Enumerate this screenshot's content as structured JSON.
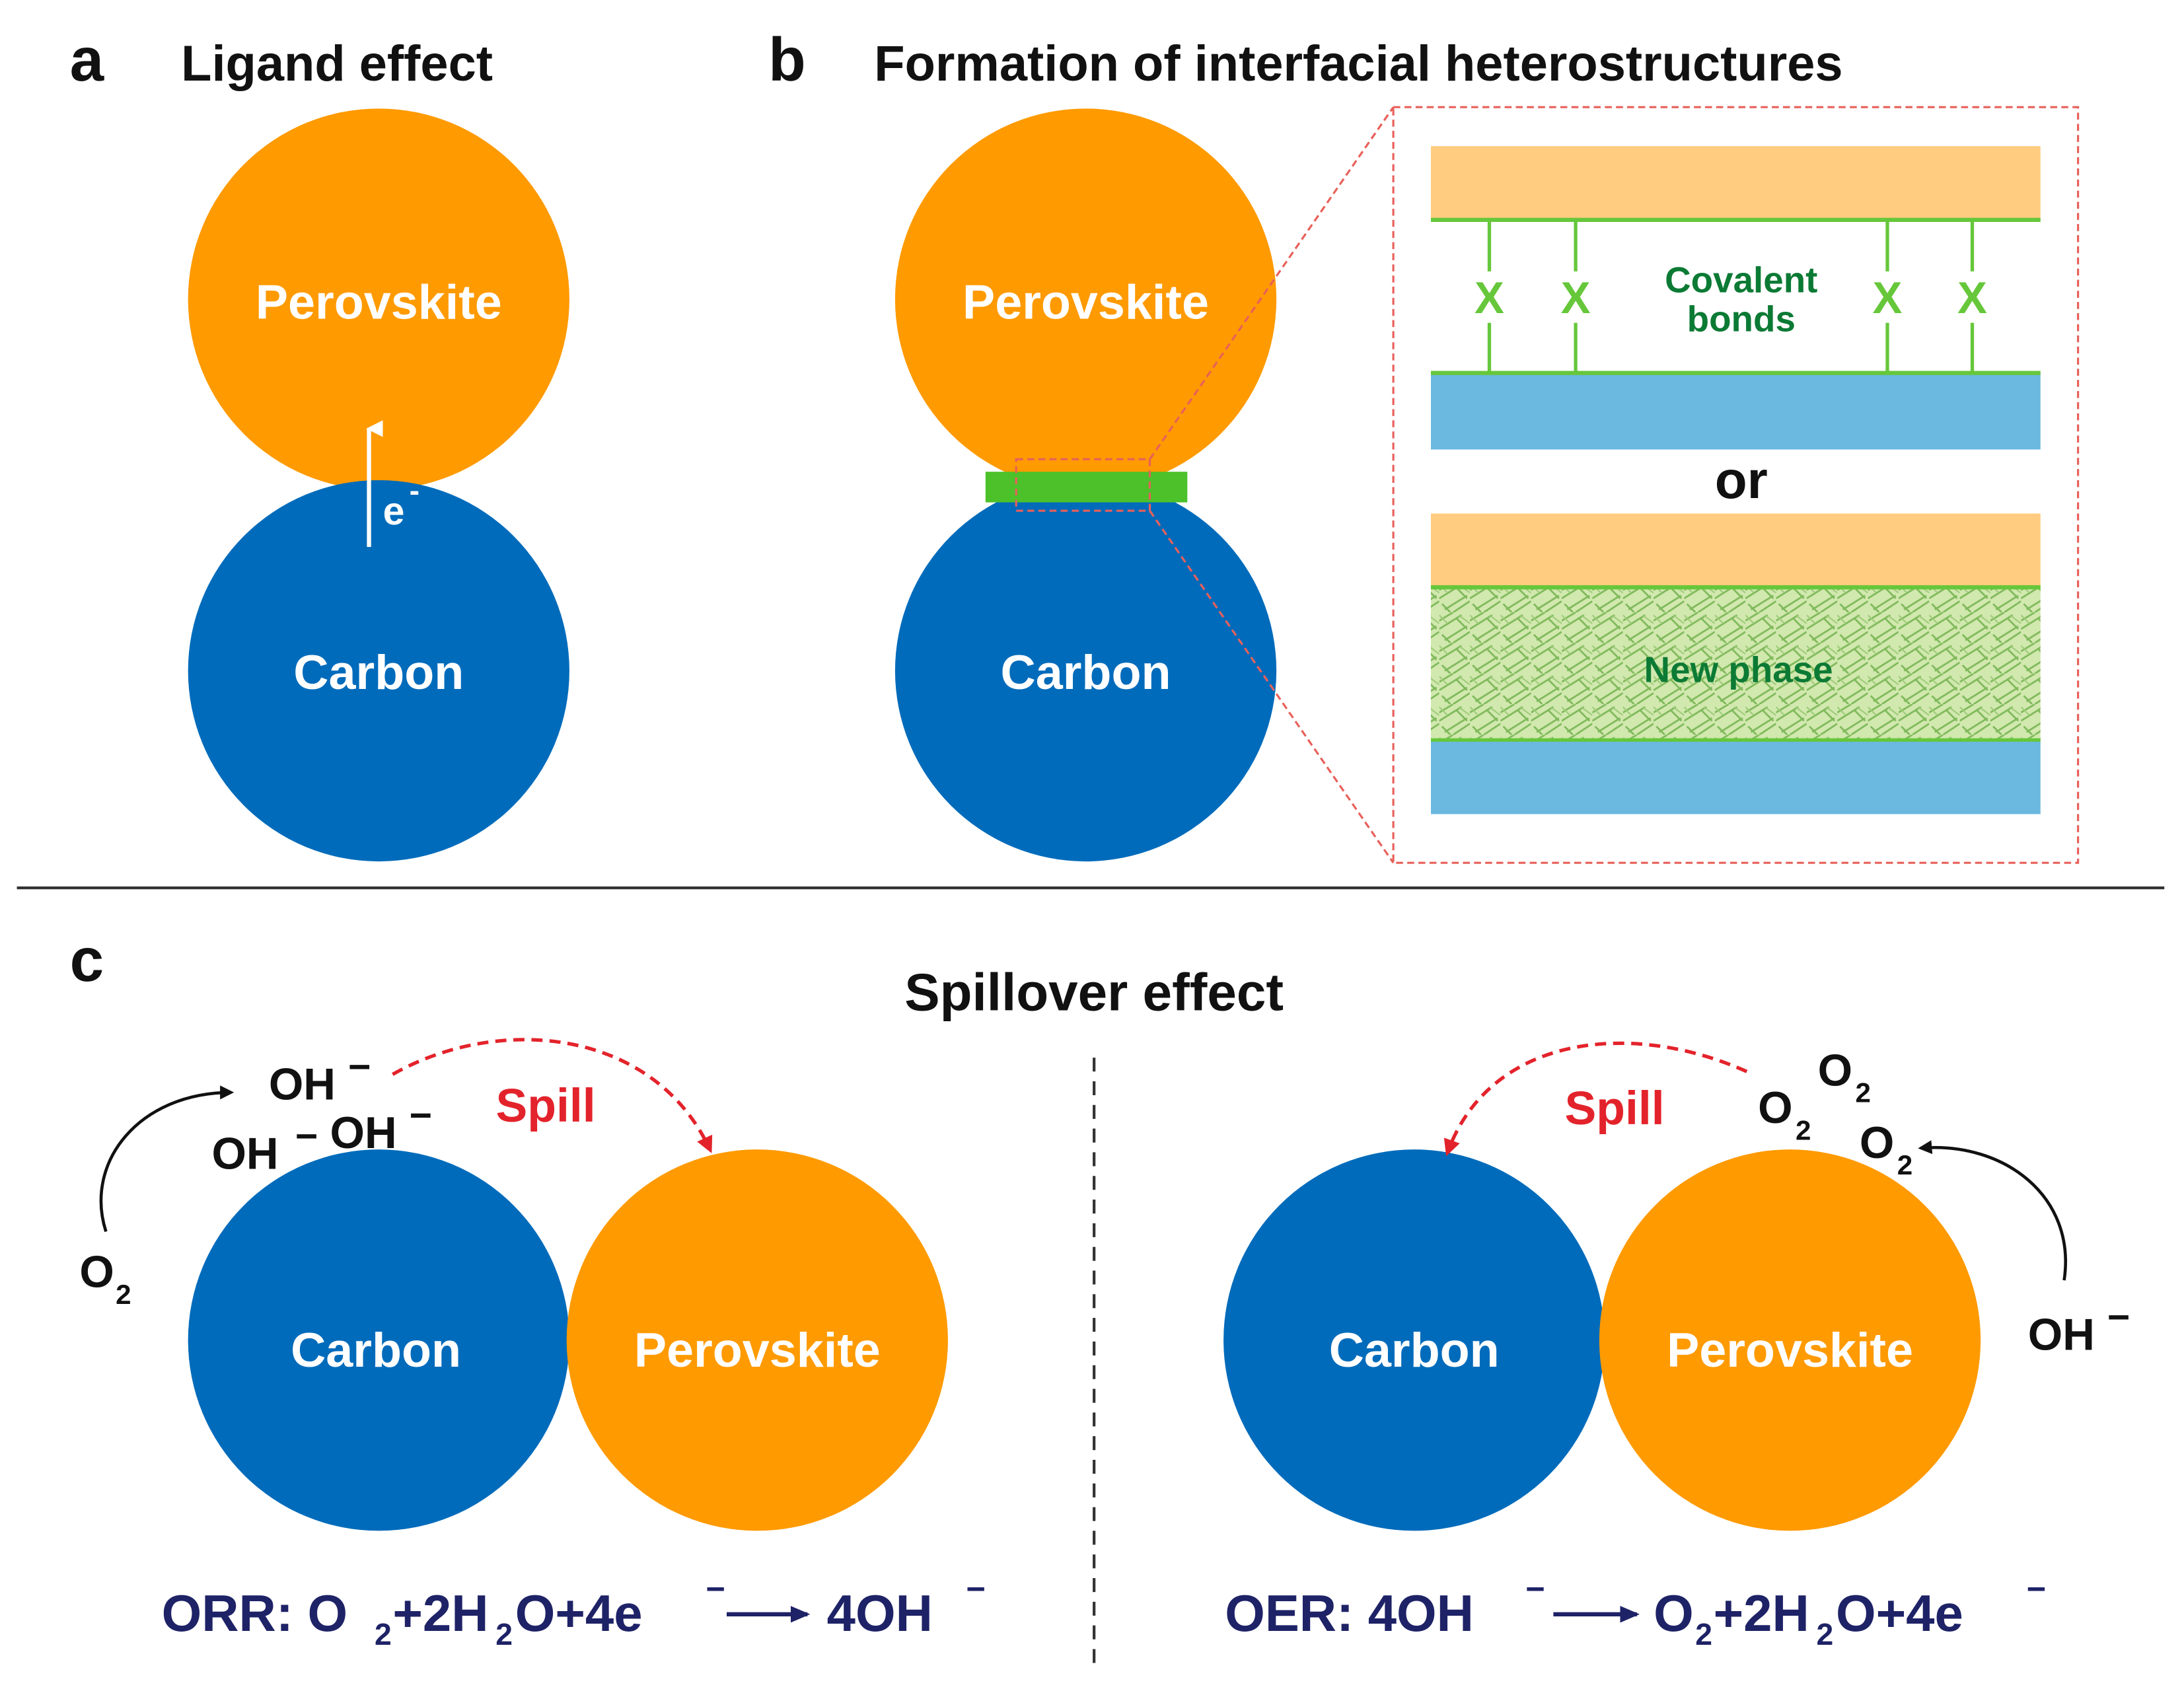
{
  "colors": {
    "perovskite": "#FF9A00",
    "carbon": "#006BBB",
    "interface_green": "#4CC12A",
    "light_orange": "#FFCC80",
    "light_blue": "#6BB8E0",
    "bond_green": "#66C73A",
    "bond_text": "#0B7A34",
    "new_phase_fill": "#D1E8AE",
    "dashed_red": "#E8605A",
    "spill_red": "#E3232B",
    "equation_navy": "#1E2266"
  },
  "panel_a": {
    "letter": "a",
    "title": "Ligand effect",
    "perovskite_label": "Perovskite",
    "carbon_label": "Carbon",
    "electron_label": "e",
    "electron_sup": "-"
  },
  "panel_b": {
    "letter": "b",
    "title": "Formation of interfacial heterostructures",
    "perovskite_label": "Perovskite",
    "carbon_label": "Carbon",
    "bond_symbol": "X",
    "covalent_line1": "Covalent",
    "covalent_line2": "bonds",
    "or_label": "or",
    "new_phase_label": "New phase"
  },
  "panel_c": {
    "letter": "c",
    "title": "Spillover effect",
    "left": {
      "oh": "OH",
      "minus": "−",
      "o": "O",
      "two": "2",
      "spill": "Spill",
      "carbon_label": "Carbon",
      "perovskite_label": "Perovskite",
      "eq_prefix": "ORR: O",
      "eq_part2": "+2H",
      "eq_part3": "O+4e",
      "eq_product": "4OH"
    },
    "right": {
      "o": "O",
      "two": "2",
      "oh": "OH",
      "minus": "−",
      "spill": "Spill",
      "carbon_label": "Carbon",
      "perovskite_label": "Perovskite",
      "eq_prefix": "OER: 4OH",
      "eq_product1": "O",
      "eq_part2": "+2H",
      "eq_part3": "O+4e"
    }
  }
}
